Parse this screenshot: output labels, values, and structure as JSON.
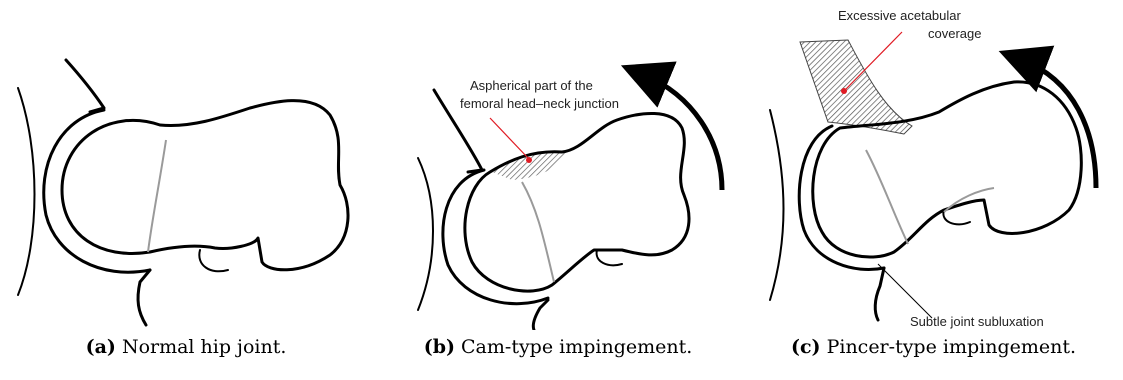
{
  "panels": [
    {
      "tag": "(a)",
      "caption": "Normal hip joint."
    },
    {
      "tag": "(b)",
      "caption": "Cam-type impingement."
    },
    {
      "tag": "(c)",
      "caption": "Pincer-type impingement."
    }
  ],
  "annotations": {
    "cam_line1": "Aspherical part of the",
    "cam_line2": "femoral head–neck junction",
    "pincer_line1": "Excessive acetabular",
    "pincer_line2": "coverage",
    "subluxation": "Subtle joint subluxation"
  },
  "colors": {
    "pointer": "#e01b24",
    "hatch": "#555555"
  }
}
